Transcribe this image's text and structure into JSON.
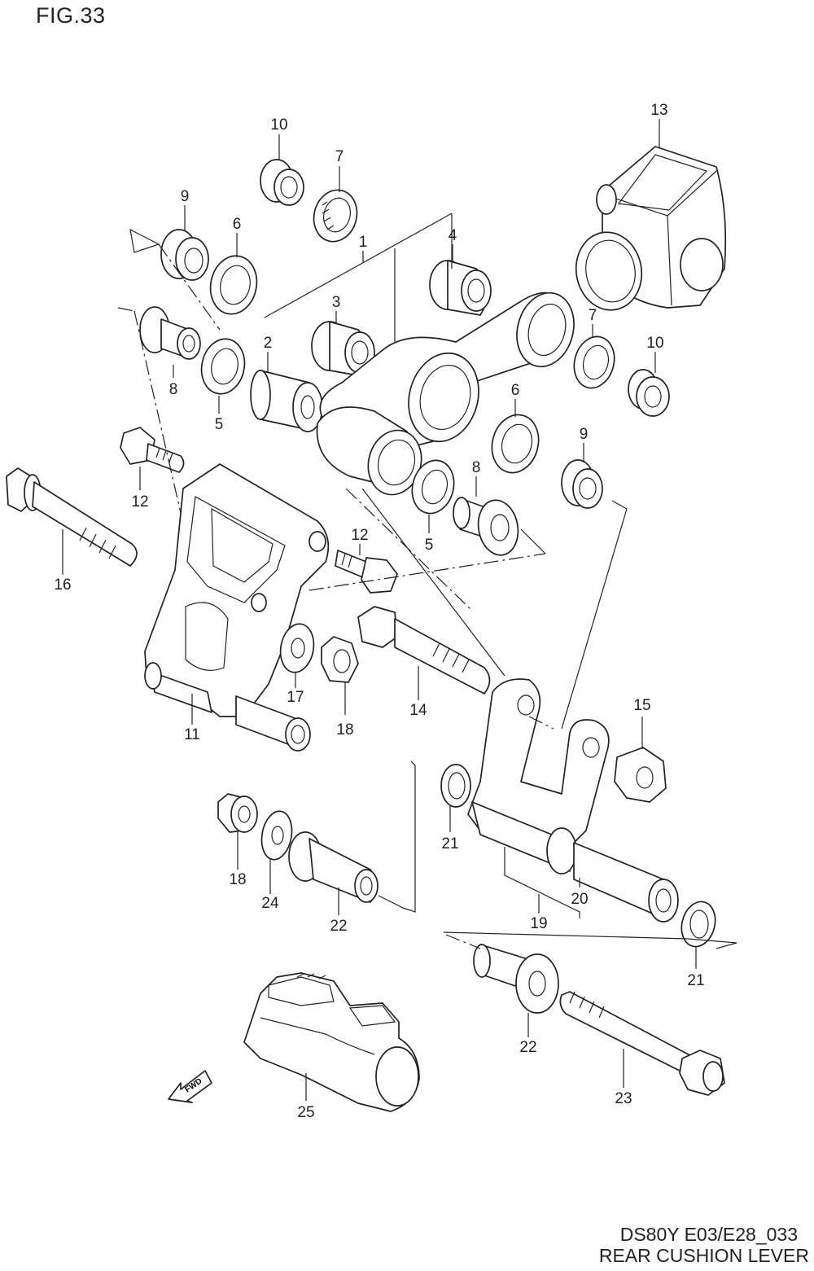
{
  "figure": {
    "title": "FIG.33",
    "code": "DS80Y E03/E28_033",
    "name": "REAR CUSHION LEVER"
  },
  "fwd_label": "FWD",
  "callouts": {
    "c1": "1",
    "c2": "2",
    "c3": "3",
    "c4": "4",
    "c5a": "5",
    "c5b": "5",
    "c6a": "6",
    "c6b": "6",
    "c7a": "7",
    "c7b": "7",
    "c8a": "8",
    "c8b": "8",
    "c9a": "9",
    "c9b": "9",
    "c10a": "10",
    "c10b": "10",
    "c11": "11",
    "c12a": "12",
    "c12b": "12",
    "c13": "13",
    "c14": "14",
    "c15": "15",
    "c16": "16",
    "c17": "17",
    "c18a": "18",
    "c18b": "18",
    "c19": "19",
    "c20": "20",
    "c21a": "21",
    "c21b": "21",
    "c22a": "22",
    "c22b": "22",
    "c23": "23",
    "c24": "24",
    "c25": "25"
  }
}
